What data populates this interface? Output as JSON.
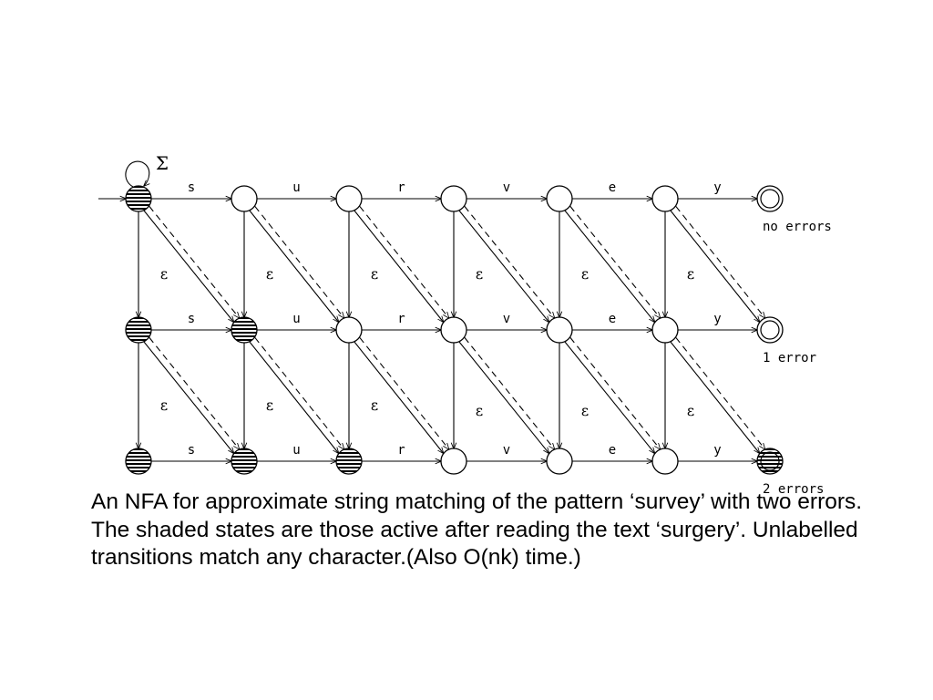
{
  "diagram": {
    "pattern": [
      "s",
      "u",
      "r",
      "v",
      "e",
      "y"
    ],
    "epsilon": "ε",
    "sigma": "Σ",
    "row_labels": [
      "no errors",
      "1 error",
      "2 errors"
    ],
    "active_states": {
      "row0": [
        0
      ],
      "row1": [
        0,
        1
      ],
      "row2": [
        0,
        1,
        2,
        6
      ]
    },
    "accepting_column": 6
  },
  "caption": "An NFA for approximate string matching of the pattern ‘survey’ with two errors. The shaded states are those active after reading the text ‘surgery’. Unlabelled transitions match any character.(Also O(nk) time.)",
  "colors": {
    "ink": "#000000",
    "background": "#ffffff"
  }
}
